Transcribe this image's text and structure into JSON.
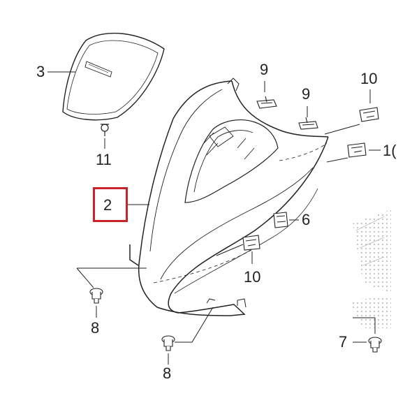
{
  "diagram": {
    "highlight_color": "#cc2229",
    "line_color": "#222222",
    "callouts": {
      "part_2": "2",
      "part_3": "3",
      "part_6": "6",
      "part_7": "7",
      "part_8_left": "8",
      "part_8_bottom": "8",
      "part_9_upper": "9",
      "part_9_lower": "9",
      "part_10_top_right": "10",
      "part_10_center": "10",
      "part_10_right_cut": "1(",
      "part_11": "11"
    }
  }
}
